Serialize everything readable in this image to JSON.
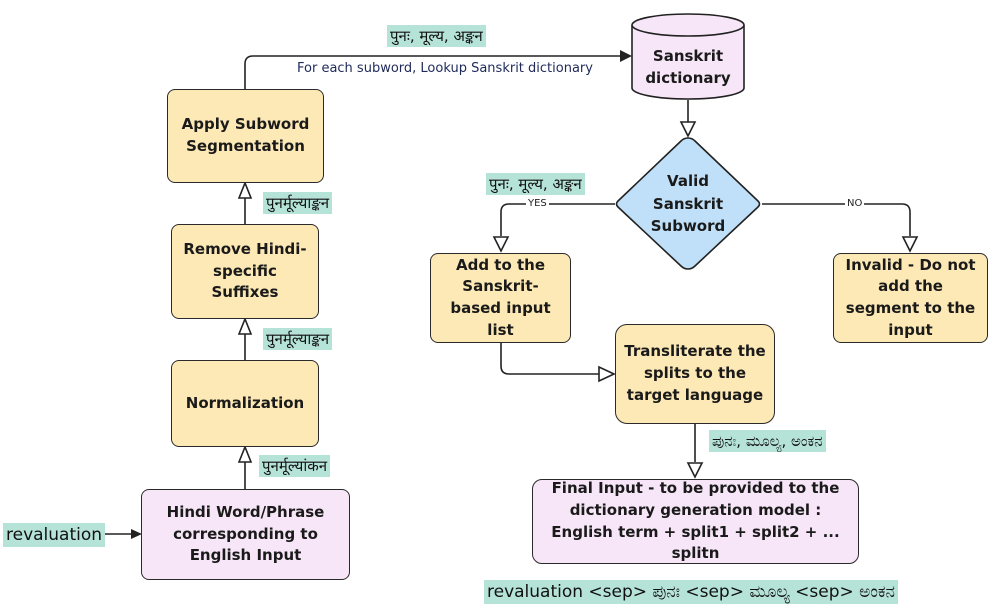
{
  "nodes": {
    "apply_subword": "Apply Subword Segmentation",
    "remove_suffixes": "Remove Hindi-specific Suffixes",
    "normalization": "Normalization",
    "hindi_word": "Hindi Word/Phrase corresponding to English Input",
    "sanskrit_dictionary": "Sanskrit dictionary",
    "valid_subword": "Valid Sanskrit Subword",
    "add_to_list": "Add to the Sanskrit-based input list",
    "invalid": "Invalid - Do not add the segment to the input",
    "transliterate": "Transliterate the splits to the target language",
    "final_input": "Final Input - to be provided to the dictionary generation model : English term + split1 + split2 + ... splitn"
  },
  "labels": {
    "top_segments": "पुनः, मूल्य, अङ्कन",
    "lookup_text": "For each subword, Lookup Sanskrit dictionary",
    "after_remove": "पुनर्मूल्याङ्कन",
    "after_normalization": "पुनर्मूल्याङ्कन",
    "after_hindi": "पुनर्मूल्यांकन",
    "input_word": "revaluation",
    "yes_segments": "पुनः, मूल्य, अङ्कन",
    "yes": "YES",
    "no": "NO",
    "kannada_segments": "ಪುನಃ, ಮೂಲ್ಯ, ಅಂಕನ",
    "final_output": "revaluation <sep> ಪುನಃ <sep> ಮೂಲ್ಯ <sep> ಅಂಕನ"
  },
  "colors": {
    "process_fill": "#fde9b6",
    "io_fill": "#f7e6f7",
    "decision_fill": "#bfe0f8",
    "label_fill": "#b6e3d8",
    "stroke": "#2a2a2a"
  }
}
